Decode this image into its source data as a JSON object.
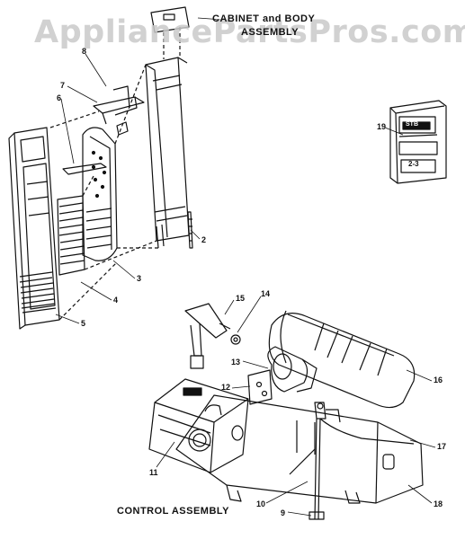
{
  "watermark": "AppliancePartsPros.com",
  "titles": {
    "cabinet_line1": "CABINET and BODY",
    "cabinet_line2": "ASSEMBLY",
    "control": "CONTROL ASSEMBLY"
  },
  "callouts": {
    "c2": "2",
    "c3": "3",
    "c4": "4",
    "c5": "5",
    "c6": "6",
    "c7": "7",
    "c8": "8",
    "c9": "9",
    "c10": "10",
    "c11": "11",
    "c12": "12",
    "c13": "13",
    "c14": "14",
    "c15": "15",
    "c16": "16",
    "c17": "17",
    "c18": "18",
    "c19": "19"
  },
  "thermostat": {
    "display_top": "STB",
    "display_bottom": "2-3"
  },
  "colors": {
    "ink": "#111111",
    "watermark": "#c9c9c9",
    "background": "#ffffff"
  }
}
